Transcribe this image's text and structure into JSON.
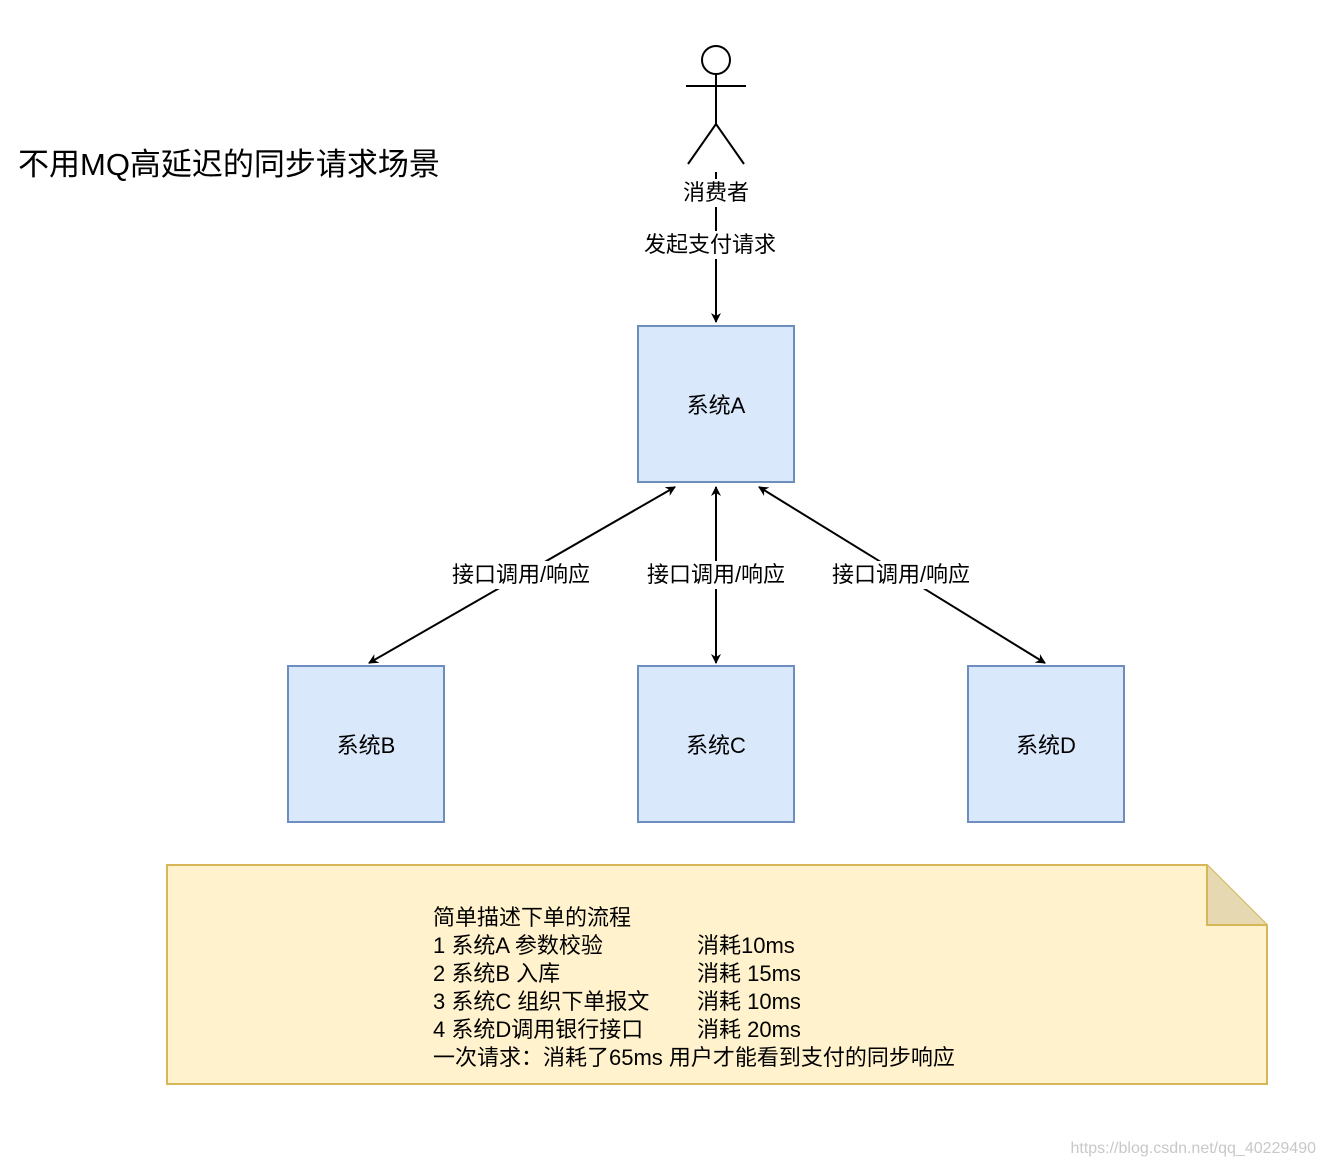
{
  "title": "不用MQ高延迟的同步请求场景",
  "actor": {
    "label": "消费者",
    "edge_label": "发起支付请求"
  },
  "systems": {
    "a": "系统A",
    "b": "系统B",
    "c": "系统C",
    "d": "系统D"
  },
  "edges": {
    "ab_label": "接口调用/响应",
    "ac_label": "接口调用/响应",
    "ad_label": "接口调用/响应"
  },
  "note": {
    "heading": "简单描述下单的流程",
    "rows": [
      {
        "step": "1 系统A 参数校验",
        "cost": "消耗10ms"
      },
      {
        "step": "2 系统B 入库",
        "cost": "消耗 15ms"
      },
      {
        "step": "3 系统C 组织下单报文",
        "cost": "消耗 10ms"
      },
      {
        "step": "4 系统D调用银行接口",
        "cost": "消耗 20ms"
      }
    ],
    "summary": "一次请求：消耗了65ms 用户才能看到支付的同步响应"
  },
  "watermark": "https://blog.csdn.net/qq_40229490",
  "colors": {
    "box_fill": "#dae8fc",
    "box_stroke": "#6c8ebf",
    "note_fill": "#fff2cc",
    "note_stroke": "#d6b656"
  }
}
